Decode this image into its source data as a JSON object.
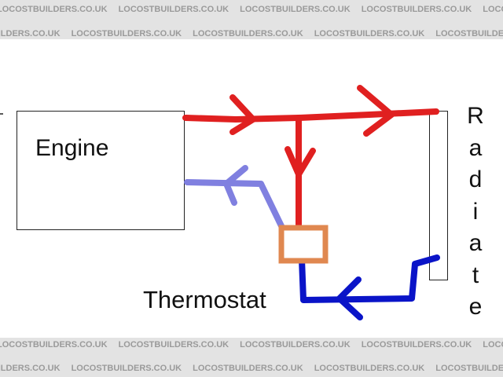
{
  "watermark": {
    "text": "LOCOSTBUILDERS.CO.UK",
    "color": "#9a9a9a",
    "band_color": "#e3e3e3"
  },
  "diagram": {
    "engine_label": "Engine",
    "thermostat_label": "Thermostat",
    "radiator_letters": [
      "R",
      "a",
      "d",
      "i",
      "a",
      "t",
      "e"
    ]
  },
  "colors": {
    "hot_flow": "#e02020",
    "cool_return": "#8080e0",
    "radiator_return": "#0a14c8",
    "thermostat": "#e08850",
    "outline": "#222222"
  }
}
